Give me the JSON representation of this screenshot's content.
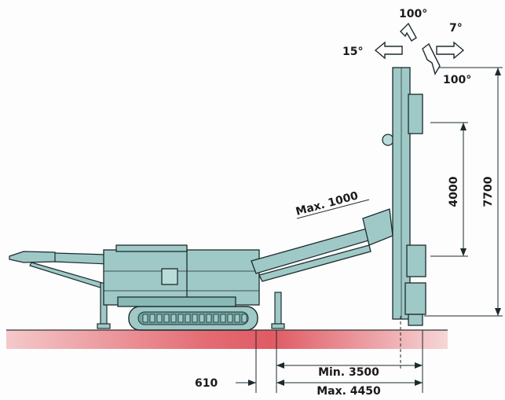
{
  "angles": {
    "top": "100°",
    "right_small": "7°",
    "left": "15°",
    "right": "100°"
  },
  "dims": {
    "boom_extension": "Max. 1000",
    "feed_travel": "4000",
    "total_height": "7700",
    "offset": "610",
    "reach_min": "Min. 3500",
    "reach_max": "Max. 4450"
  },
  "colors": {
    "machine": "#9fc9c6",
    "outline": "#1d2b2e",
    "ground": "#e0606a",
    "ground_light": "#f2c2c4",
    "arrow_fill": "#ffffff"
  }
}
